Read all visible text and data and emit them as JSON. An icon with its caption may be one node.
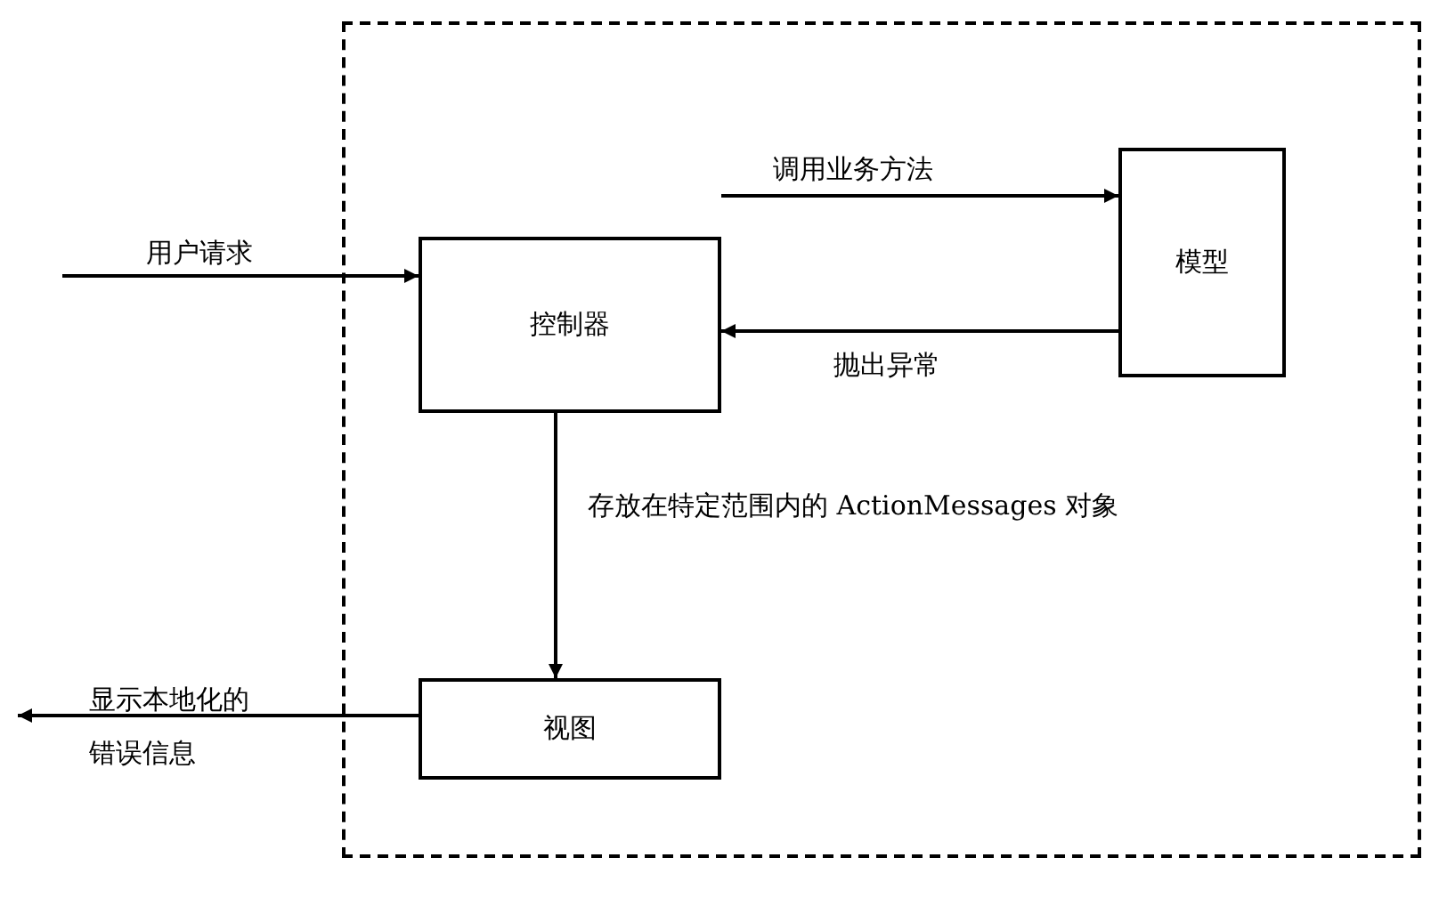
{
  "diagram": {
    "nodes": [
      {
        "text": [],
        "shape": "box"
      },
      {
        "text": [
          "控制器"
        ],
        "in": 0
      },
      {
        "text": [
          "模型"
        ],
        "in": 0
      },
      {
        "text": [
          "视图"
        ],
        "in": 0
      }
    ],
    "edges": [
      {
        "from": null,
        "to": 1,
        "arrow": "to",
        "label": "用户请求"
      },
      {
        "from": 1,
        "to": 2,
        "arrow": "to",
        "label": "调用业务方法"
      },
      {
        "from": 2,
        "to": 1,
        "arrow": "to",
        "label": "抛出异常"
      },
      {
        "from": 1,
        "to": 3,
        "arrow": "to",
        "label": "存放在特定范围内的 ActionMessages 对象"
      },
      {
        "from": 3,
        "to": null,
        "arrow": "to",
        "label": "显示本地化的错误信息"
      }
    ]
  }
}
